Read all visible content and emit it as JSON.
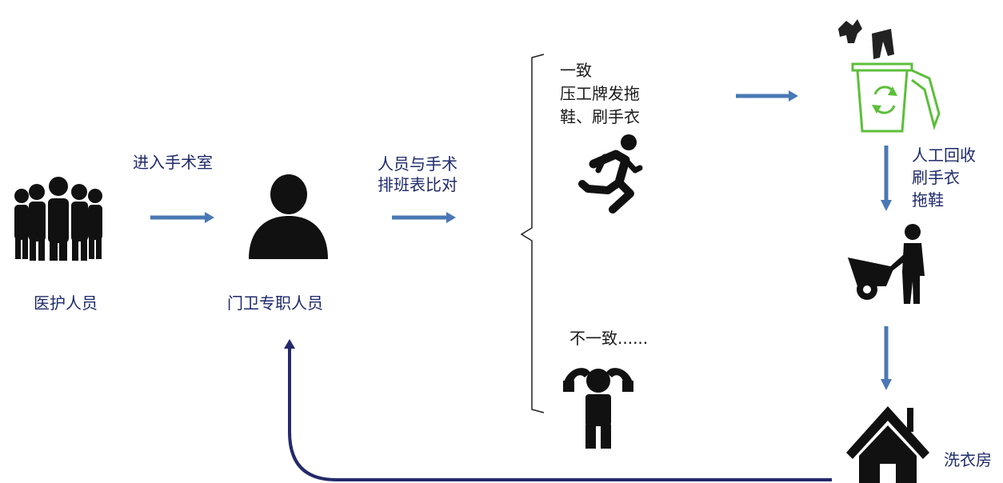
{
  "labels": {
    "staff": "医护人员",
    "enter": "进入手术室",
    "guard": "门卫专职人员",
    "compare_line1": "人员与手术",
    "compare_line2": "排班表比对",
    "match": "一致\n压工牌发拖\n鞋、刷手衣",
    "mismatch": "不一致......",
    "recycle": "人工回收\n刷手衣\n拖鞋",
    "laundry": "洗衣房"
  },
  "colors": {
    "arrow": "#4a78b5",
    "return_arrow": "#232a6b",
    "recycle_bin": "#5cbf3a",
    "icon": "#111111",
    "text": "#1f2a6b"
  }
}
